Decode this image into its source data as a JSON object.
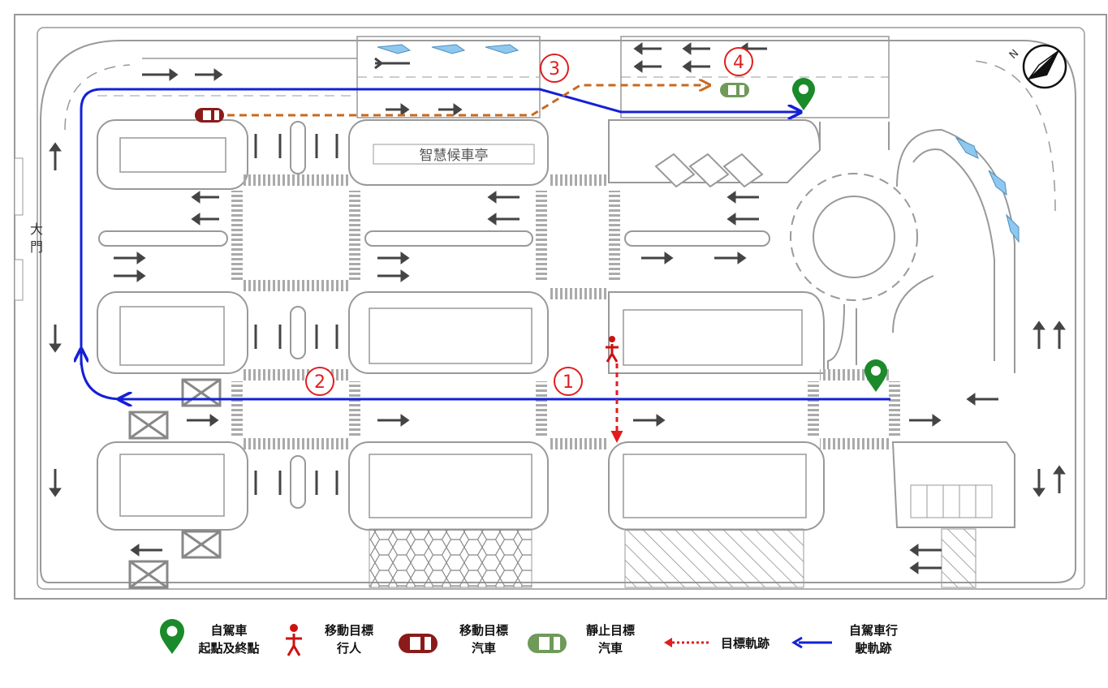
{
  "map": {
    "gate_label": "大門",
    "north_label": "N",
    "pavilion_label": "智慧候車亭"
  },
  "scenario_markers": [
    "1",
    "2",
    "3",
    "4"
  ],
  "legend": {
    "items": [
      {
        "icon": "start-end-pin-icon",
        "line1": "自駕車",
        "line2": "起點及終點",
        "color": "#1a8a2a"
      },
      {
        "icon": "pedestrian-icon",
        "line1": "移動目標",
        "line2": "行人",
        "color": "#cc1111"
      },
      {
        "icon": "moving-car-icon",
        "line1": "移動目標",
        "line2": "汽車",
        "color": "#8b1a1a"
      },
      {
        "icon": "stationary-car-icon",
        "line1": "靜止目標",
        "line2": "汽車",
        "color": "#6f9a5a"
      },
      {
        "icon": "dotted-arrow-icon",
        "line1": "目標軌跡",
        "line2": "",
        "color": "#e01e1e"
      },
      {
        "icon": "blue-arrow-icon",
        "line1": "自駕車行",
        "line2": "駛軌跡",
        "color": "#1420d6"
      }
    ]
  },
  "colors": {
    "av_track": "#1420d6",
    "target_track": "#e01e1e",
    "car_track": "#c8691e",
    "pin": "#1a8a2a",
    "marker": "#e01e1e"
  }
}
